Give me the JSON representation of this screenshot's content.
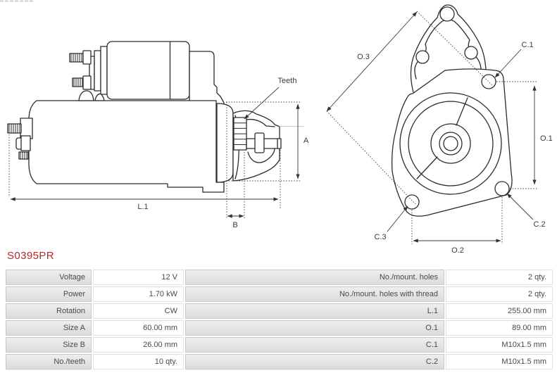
{
  "part_number": "S0395PR",
  "colors": {
    "accent": "#b02a30",
    "drawing_line": "#2b2b2b",
    "dimension_line": "#3a3a3a",
    "table_label_bg": "#e4e4e4"
  },
  "diagram": {
    "labels": {
      "teeth": "Teeth",
      "dim_a": "A",
      "dim_b": "B",
      "dim_l1": "L.1",
      "dim_o1": "O.1",
      "dim_o2": "O.2",
      "dim_o3": "O.3",
      "dim_c1": "C.1",
      "dim_c2": "C.2",
      "dim_c3": "C.3"
    }
  },
  "table": {
    "rows": [
      {
        "label_left": "Voltage",
        "value_left": "12 V",
        "label_right": "No./mount. holes",
        "value_right": "2 qty."
      },
      {
        "label_left": "Power",
        "value_left": "1.70 kW",
        "label_right": "No./mount. holes with thread",
        "value_right": "2 qty."
      },
      {
        "label_left": "Rotation",
        "value_left": "CW",
        "label_right": "L.1",
        "value_right": "255.00 mm"
      },
      {
        "label_left": "Size A",
        "value_left": "60.00 mm",
        "label_right": "O.1",
        "value_right": "89.00 mm"
      },
      {
        "label_left": "Size B",
        "value_left": "26.00 mm",
        "label_right": "C.1",
        "value_right": "M10x1.5 mm"
      },
      {
        "label_left": "No./teeth",
        "value_left": "10 qty.",
        "label_right": "C.2",
        "value_right": "M10x1.5 mm"
      }
    ]
  }
}
